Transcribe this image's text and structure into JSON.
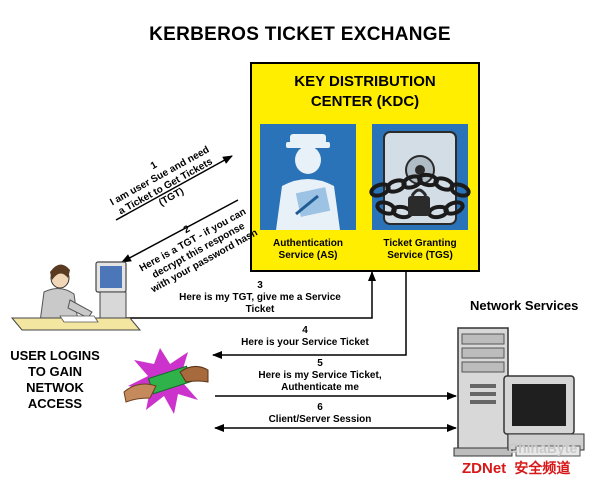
{
  "title": "KERBEROS TICKET EXCHANGE",
  "kdc": {
    "title_line1": "KEY DISTRIBUTION",
    "title_line2": "CENTER (KDC)"
  },
  "as": {
    "line1": "Authentication",
    "line2": "Service (AS)"
  },
  "tgs": {
    "line1": "Ticket Granting",
    "line2": "Service (TGS)"
  },
  "network_services": "Network Services",
  "user": {
    "line1": "USER LOGINS",
    "line2": "TO GAIN",
    "line3": "NETWOK",
    "line4": "ACCESS"
  },
  "messages": [
    {
      "num": "1",
      "lines": [
        "I am user Sue and need",
        "a Ticket to Get Tickets",
        "(TGT)"
      ]
    },
    {
      "num": "2",
      "lines": [
        "Here is a TGT - if you can",
        "decrypt this response",
        "with your password hash"
      ]
    },
    {
      "num": "3",
      "lines": [
        "Here is my TGT, give me a Service",
        "Ticket"
      ]
    },
    {
      "num": "4",
      "lines": [
        "Here is your Service Ticket"
      ]
    },
    {
      "num": "5",
      "lines": [
        "Here is my Service Ticket,",
        "Authenticate me"
      ]
    },
    {
      "num": "6",
      "lines": [
        "Client/Server Session"
      ]
    }
  ],
  "watermark": {
    "chinabyte": "ChinaByte",
    "zdnet": "ZDNet",
    "cn": "安全频道"
  },
  "colors": {
    "kdc_bg": "#ffee00",
    "service_bg": "#2a73b8",
    "watermark_red": "#d81818"
  }
}
